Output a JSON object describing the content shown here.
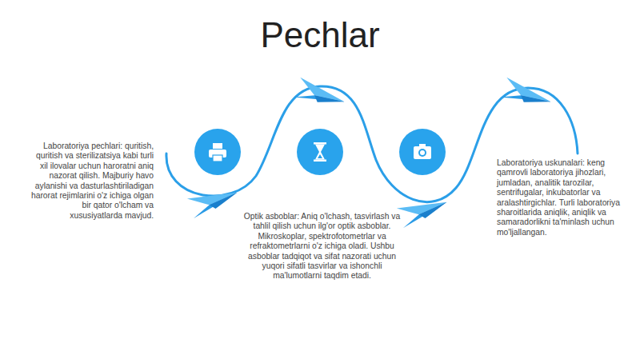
{
  "diagram": {
    "title": "Pechlar",
    "labels": [
      "Laboratoriya pechlari: quritish, quritish va sterilizatsiya kabi turli xil ilovalar uchun haroratni aniq nazorat qilish. Majburiy havo aylanishi va dasturlashtiriladigan harorat rejimlarini o'z ichiga olgan bir qator o'lcham va xususiyatlarda mavjud.",
      "Optik asboblar: Aniq o'lchash, tasvirlash va tahlil qilish uchun ilg'or optik asboblar. Mikroskoplar, spektrofotometrlar va refraktometrlarni o'z ichiga oladi. Ushbu asboblar tadqiqot va sifat nazorati uchun yuqori sifatli tasvirlar va ishonchli ma'lumotlarni taqdim etadi.",
      "Laboratoriya uskunalari: keng qamrovli laboratoriya jihozlari, jumladan, analitik tarozilar, sentrifugalar, inkubatorlar va aralashtirgichlar. Turli laboratoriya sharoitlarida aniqlik, aniqlik va samaradorlikni ta'minlash uchun mo'ljallangan."
    ]
  }
}
